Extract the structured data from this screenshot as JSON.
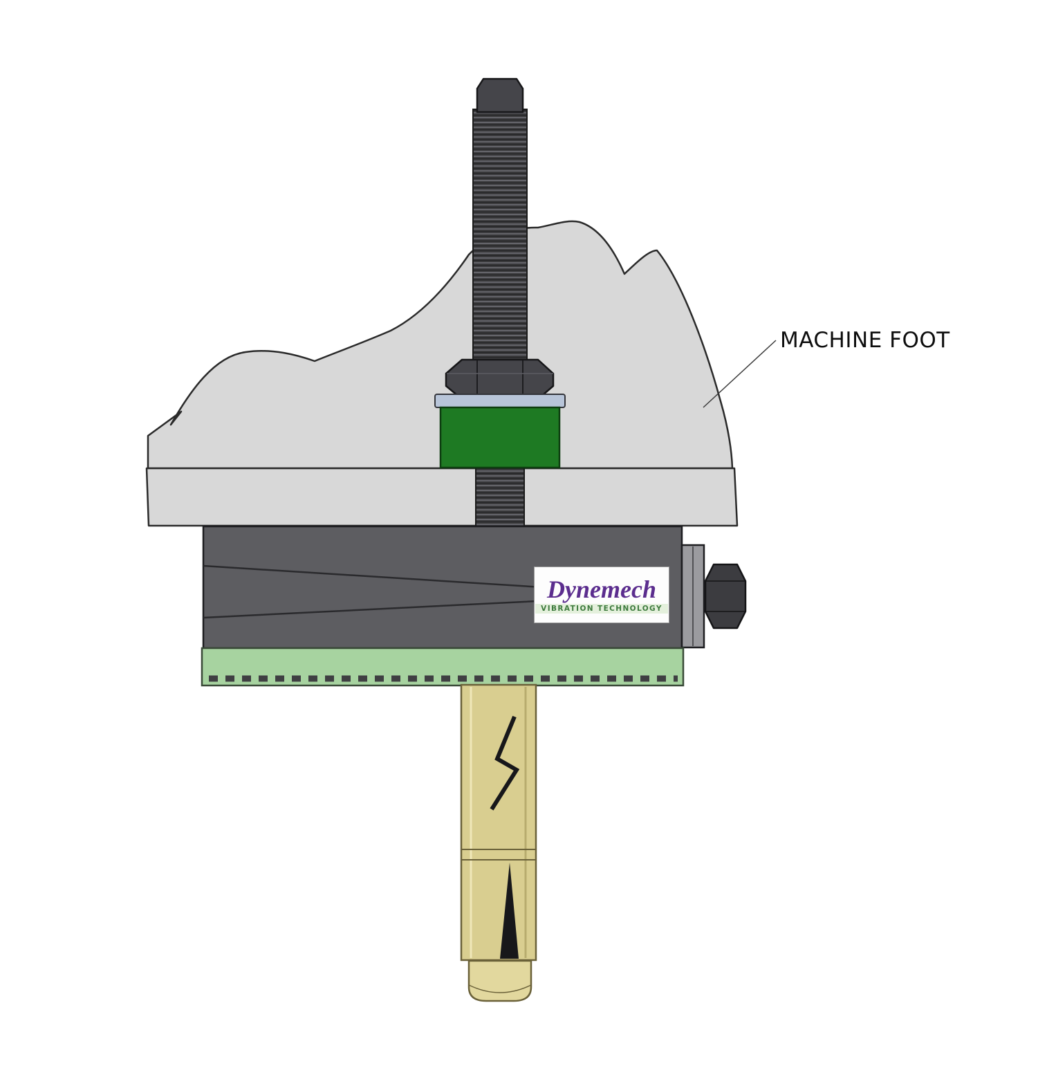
{
  "diagram": {
    "machine_foot_label": "MACHINE FOOT",
    "logo": {
      "brand": "Dynemech",
      "tagline": "VIBRATION TECHNOLOGY"
    },
    "colors": {
      "background": "#ffffff",
      "outline": "#2a2a2a",
      "machine_foot": "#d8d8d8",
      "fastener_dark": "#45454a",
      "thread_dark": "#3a3a3c",
      "washer": "#b8c5d9",
      "isolator_bushing": "#1e7a23",
      "mount_body": "#5d5d61",
      "side_boss": "#9b9b9f",
      "side_nut": "#3c3c40",
      "base_pad": "#a7d3a0",
      "anchor_body": "#d9ce90",
      "anchor_tip": "#e2d89e",
      "logo_brand": "#5b2d8e",
      "logo_tagline": "#3d7a3d"
    }
  }
}
